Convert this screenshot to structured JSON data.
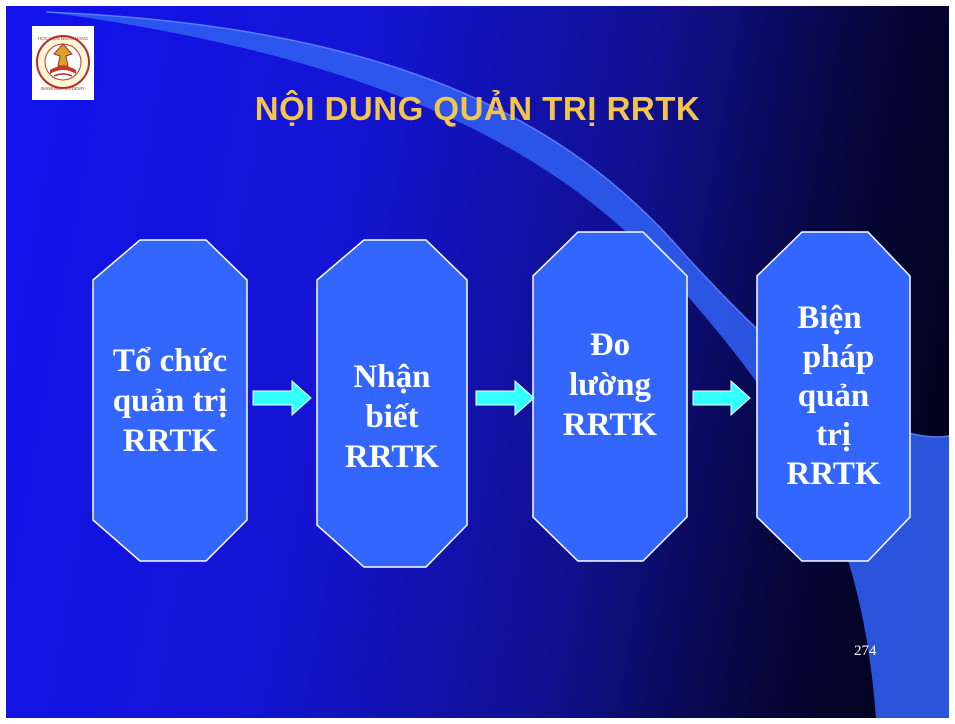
{
  "slide": {
    "title": "NỘI DUNG QUẢN TRỊ RRTK",
    "page_number": "274",
    "logo": {
      "text_top": "HỌC VIỆN NGÂN HÀNG",
      "text_bottom": "BANKING ACADEMY"
    },
    "steps": [
      {
        "lines": [
          "Tổ chức",
          "quản trị",
          "RRTK"
        ]
      },
      {
        "lines": [
          "Nhận",
          "biết",
          "RRTK"
        ]
      },
      {
        "lines": [
          "Đo",
          "lường",
          "RRTK"
        ]
      },
      {
        "lines": [
          "Biện",
          "pháp",
          "quản",
          "trị",
          "RRTK"
        ]
      }
    ],
    "colors": {
      "background_start": "#1212ee",
      "background_end": "#000010",
      "title": "#f2c64a",
      "box_fill": "#3366ff",
      "box_border": "#ffffff",
      "arrow_fill": "#33ffff",
      "swoosh": "#3a6cf5"
    }
  }
}
